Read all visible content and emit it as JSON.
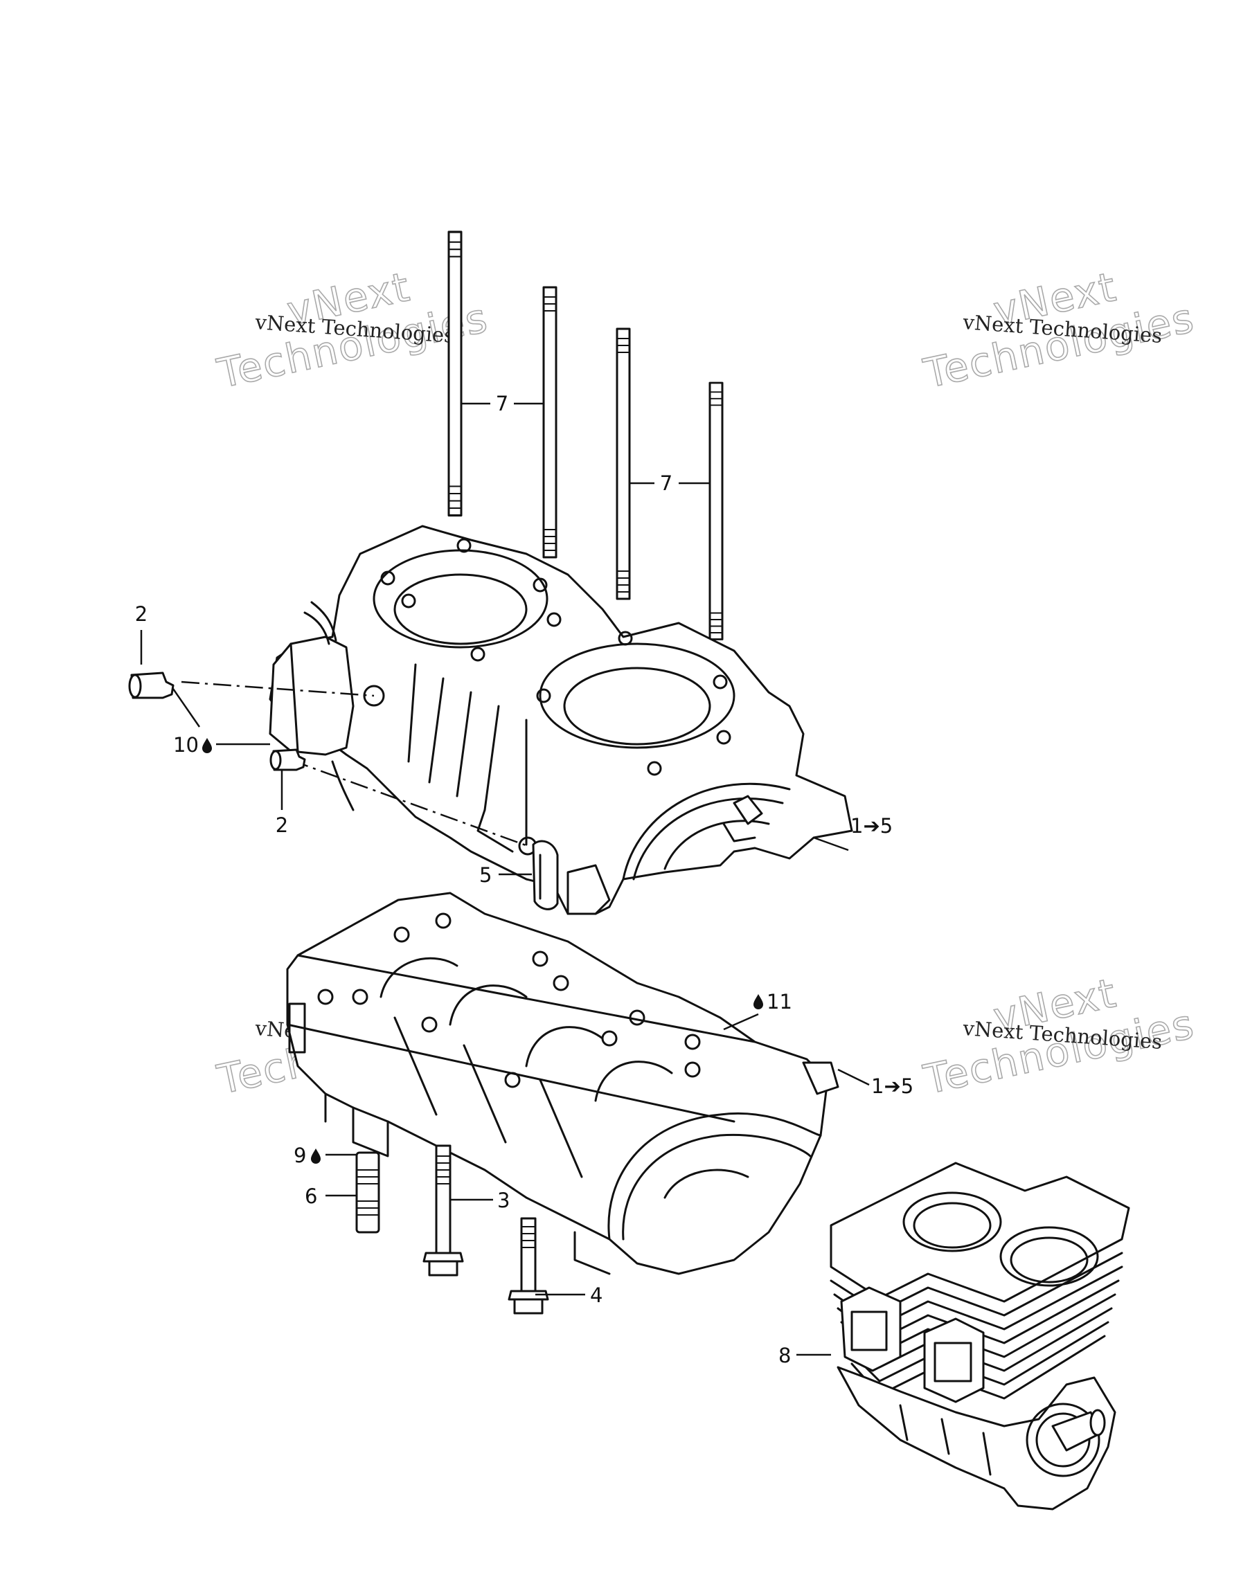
{
  "callouts": {
    "c7a": "7",
    "c7b": "7",
    "c2a": "2",
    "c2b": "2",
    "c10": "10",
    "c1_5a": "1➔5",
    "c5": "5",
    "c11": "11",
    "c1_5b": "1➔5",
    "c9": "9",
    "c6": "6",
    "c3": "3",
    "c4": "4",
    "c8": "8"
  },
  "watermark": {
    "line_small": "vNext Technologies",
    "line_big_1": "vNext",
    "line_big_2": "Technologies"
  },
  "icons": {
    "sealant": "drop-icon"
  }
}
